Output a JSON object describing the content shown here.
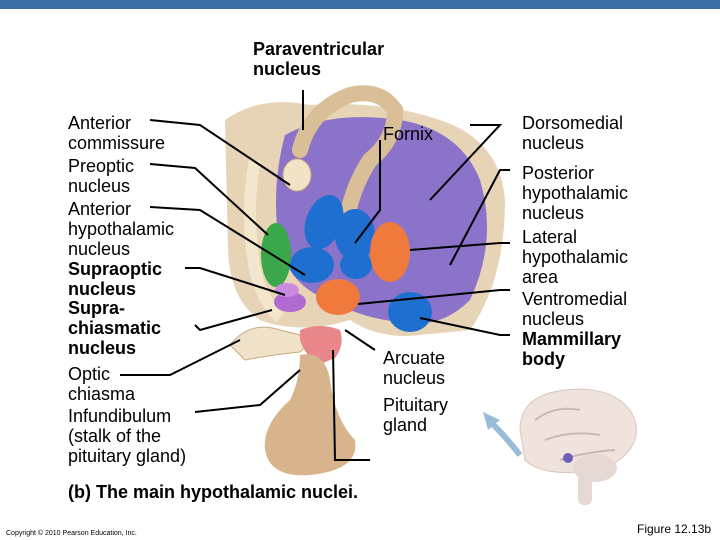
{
  "header": {
    "bar_color": "#3a6ea5"
  },
  "labels": {
    "paraventricular": "Paraventricular\nnucleus",
    "anterior_commissure": "Anterior\ncommissure",
    "preoptic": "Preoptic\nnucleus",
    "anterior_hypothalamic": "Anterior\nhypothalamic\nnucleus",
    "supraoptic": "Supraoptic\nnucleus",
    "suprachiasmatic": "Supra-\nchiasmatic\nnucleus",
    "optic_chiasma": "Optic\nchiasma",
    "infundibulum": "Infundibulum\n(stalk of the\npituitary gland)",
    "fornix": "Fornix",
    "arcuate": "Arcuate\nnucleus",
    "pituitary": "Pituitary\ngland",
    "dorsomedial": "Dorsomedial\nnucleus",
    "posterior_hypothalamic": "Posterior\nhypothalamic\nnucleus",
    "lateral_hypothalamic": "Lateral\nhypothalamic\narea",
    "ventromedial": "Ventromedial\nnucleus",
    "mammillary": "Mammillary\nbody"
  },
  "caption": "(b) The main hypothalamic nuclei.",
  "copyright": "Copyright © 2010 Pearson Education, Inc.",
  "figure_number": "Figure 12.13b",
  "colors": {
    "violet_region": "#8a73c8",
    "nucleus_blue": "#1f6fd1",
    "nucleus_green": "#3aa84a",
    "nucleus_orange": "#f07a3c",
    "nucleus_purple": "#b06ad0",
    "pituitary_tan": "#d8b48c",
    "infundibulum_pink": "#e8868a"
  }
}
